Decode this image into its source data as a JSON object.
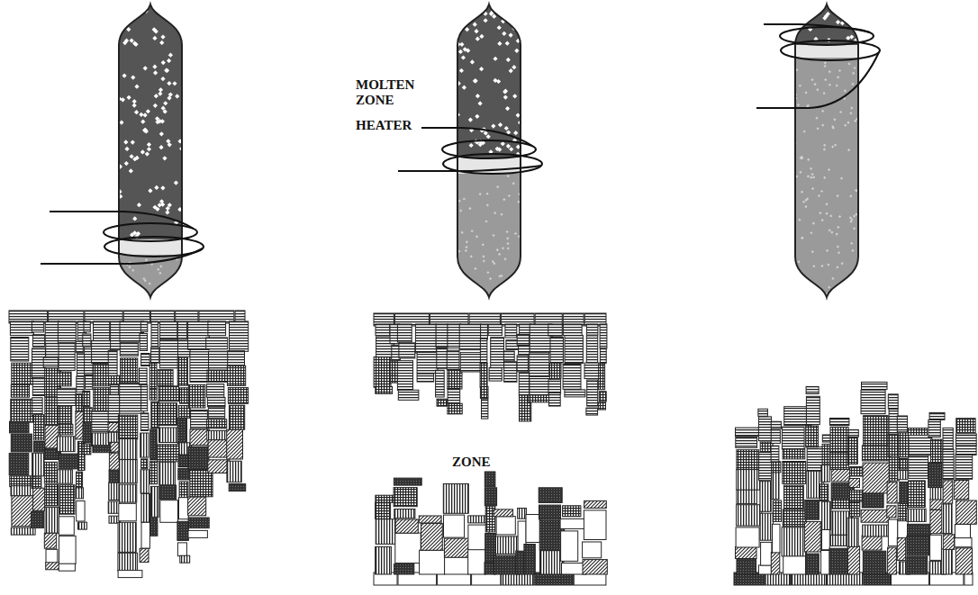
{
  "diagram": {
    "labels": [
      "MOLTEN ZONE",
      "HEATER",
      "ZONE"
    ]
  }
}
